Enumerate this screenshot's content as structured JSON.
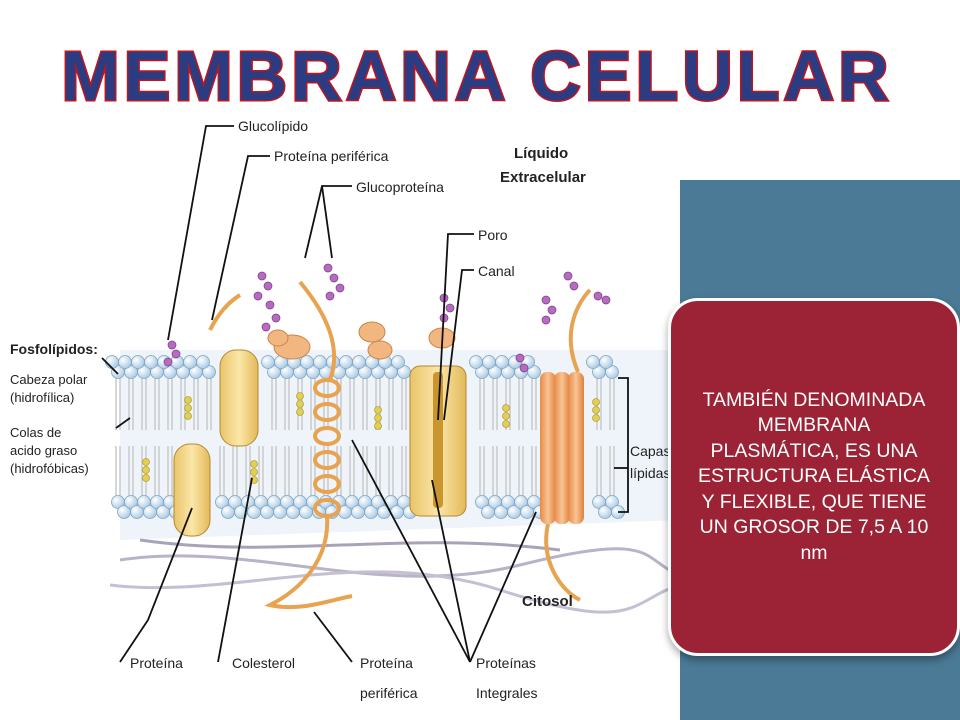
{
  "slide": {
    "title": "MEMBRANA CELULAR",
    "colors": {
      "title_fill": "#2b3c82",
      "title_stroke": "#c0151d",
      "info_box": "#9b2335",
      "side_panel": "#4a7a96",
      "lipid_head": "#cfe3f3",
      "protein": "#f7d98b",
      "channel": "#f0a868"
    },
    "info_text": "TAMBIÉN DENOMINADA MEMBRANA PLASMÁTICA, ES UNA ESTRUCTURA ELÁSTICA Y FLEXIBLE, QUE TIENE UN GROSOR DE 7,5 A 10 nm"
  },
  "diagram": {
    "labels": {
      "glucolipido": "Glucolípido",
      "proteina_periferica_top": "Proteína periférica",
      "glucoproteina": "Glucoproteína",
      "liquido_1": "Líquido",
      "liquido_2": "Extracelular",
      "poro": "Poro",
      "canal": "Canal",
      "fosfolipidos": "Fosfolípidos:",
      "cabeza_1": "Cabeza polar",
      "cabeza_2": "(hidrofílica)",
      "colas_1": "Colas de",
      "colas_2": "acido graso",
      "colas_3": "(hidrofóbicas)",
      "capas_1": "Capas",
      "capas_2": "lípidas",
      "citosol": "Citosol",
      "proteina": "Proteína",
      "colesterol": "Colesterol",
      "proteina_periferica_bottom_1": "Proteína",
      "proteina_periferica_bottom_2": "periférica",
      "proteinas_integrales_1": "Proteínas",
      "proteinas_integrales_2": "Integrales"
    }
  }
}
